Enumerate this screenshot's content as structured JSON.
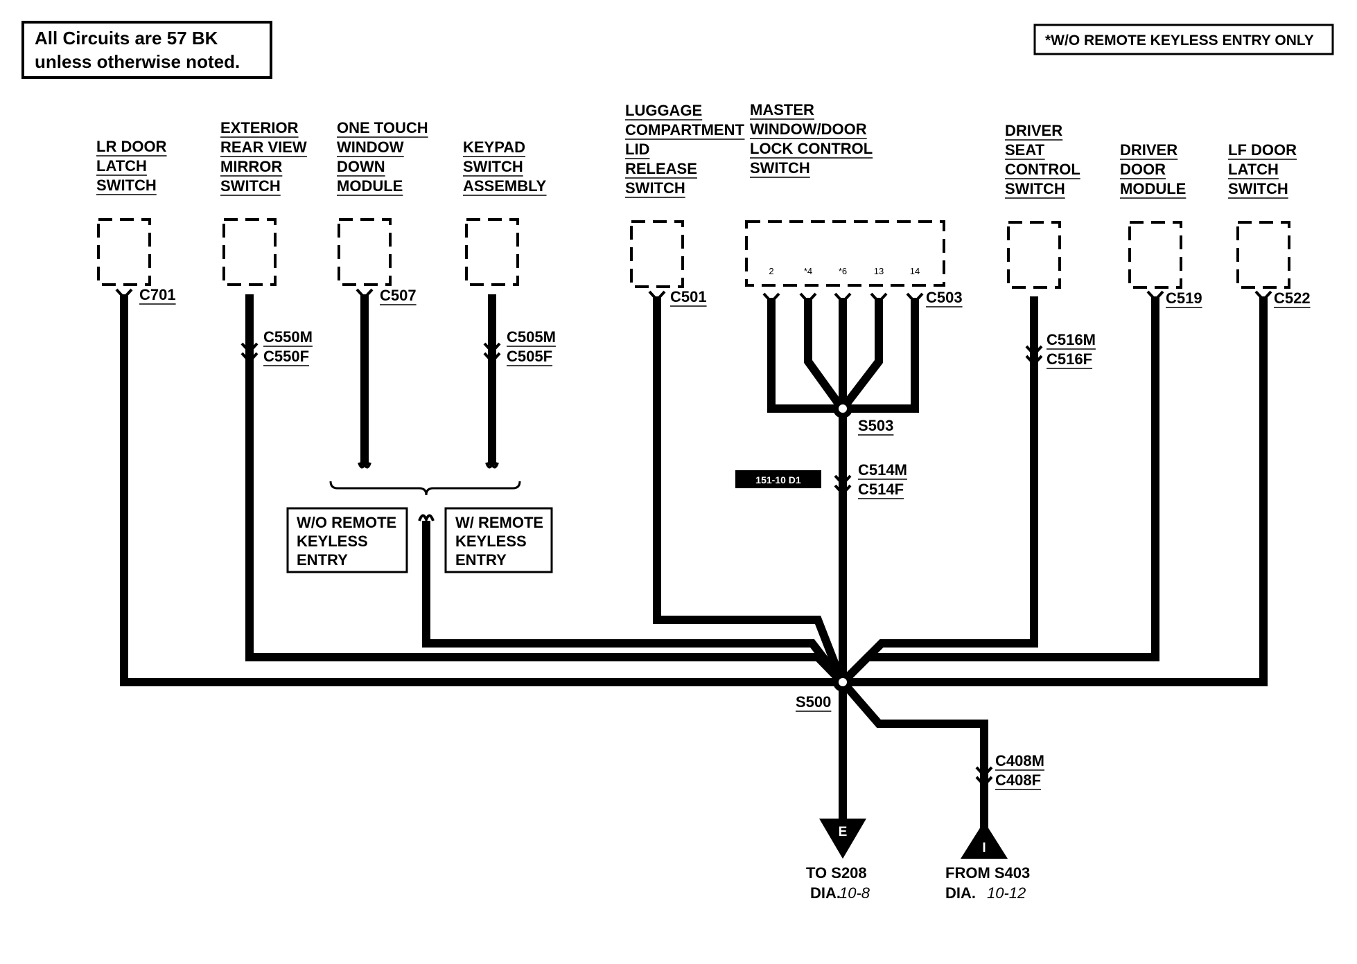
{
  "notes": {
    "circuit_note_line1": "All Circuits are 57 BK",
    "circuit_note_line2": "unless otherwise noted.",
    "keyless_note": "*W/O REMOTE KEYLESS ENTRY ONLY"
  },
  "components": {
    "lr_door_latch": [
      "LR DOOR",
      "LATCH",
      "SWITCH"
    ],
    "exterior_mirror": [
      "EXTERIOR",
      "REAR VIEW",
      "MIRROR",
      "SWITCH"
    ],
    "one_touch": [
      "ONE TOUCH",
      "WINDOW",
      "DOWN",
      "MODULE"
    ],
    "keypad": [
      "KEYPAD",
      "SWITCH",
      "ASSEMBLY"
    ],
    "luggage": [
      "LUGGAGE",
      "COMPARTMENT",
      "LID",
      "RELEASE",
      "SWITCH"
    ],
    "master_switch": [
      "MASTER",
      "WINDOW/DOOR",
      "LOCK CONTROL",
      "SWITCH"
    ],
    "driver_seat": [
      "DRIVER",
      "SEAT",
      "CONTROL",
      "SWITCH"
    ],
    "driver_door": [
      "DRIVER",
      "DOOR",
      "MODULE"
    ],
    "lf_door_latch": [
      "LF DOOR",
      "LATCH",
      "SWITCH"
    ]
  },
  "connectors": {
    "c701": "C701",
    "c550m": "C550M",
    "c550f": "C550F",
    "c507": "C507",
    "c505m": "C505M",
    "c505f": "C505F",
    "c501": "C501",
    "c503": "C503",
    "c516m": "C516M",
    "c516f": "C516F",
    "c519": "C519",
    "c522": "C522",
    "c514m": "C514M",
    "c514f": "C514F",
    "c408m": "C408M",
    "c408f": "C408F"
  },
  "master_pins": [
    "2",
    "*4",
    "*6",
    "13",
    "14"
  ],
  "splices": {
    "s503": "S503",
    "s500": "S500"
  },
  "options": {
    "without_keyless": [
      "W/O REMOTE",
      "KEYLESS",
      "ENTRY"
    ],
    "with_keyless": [
      "W/ REMOTE",
      "KEYLESS",
      "ENTRY"
    ]
  },
  "tag_label": "151-10 D1",
  "terminals": {
    "to_s208": {
      "letter": "E",
      "line1": "TO S208",
      "dia_label": "DIA.",
      "dia_ref": "10-8"
    },
    "from_s403": {
      "letter": "I",
      "line1": "FROM S403",
      "dia_label": "DIA.",
      "dia_ref": "10-12"
    }
  }
}
